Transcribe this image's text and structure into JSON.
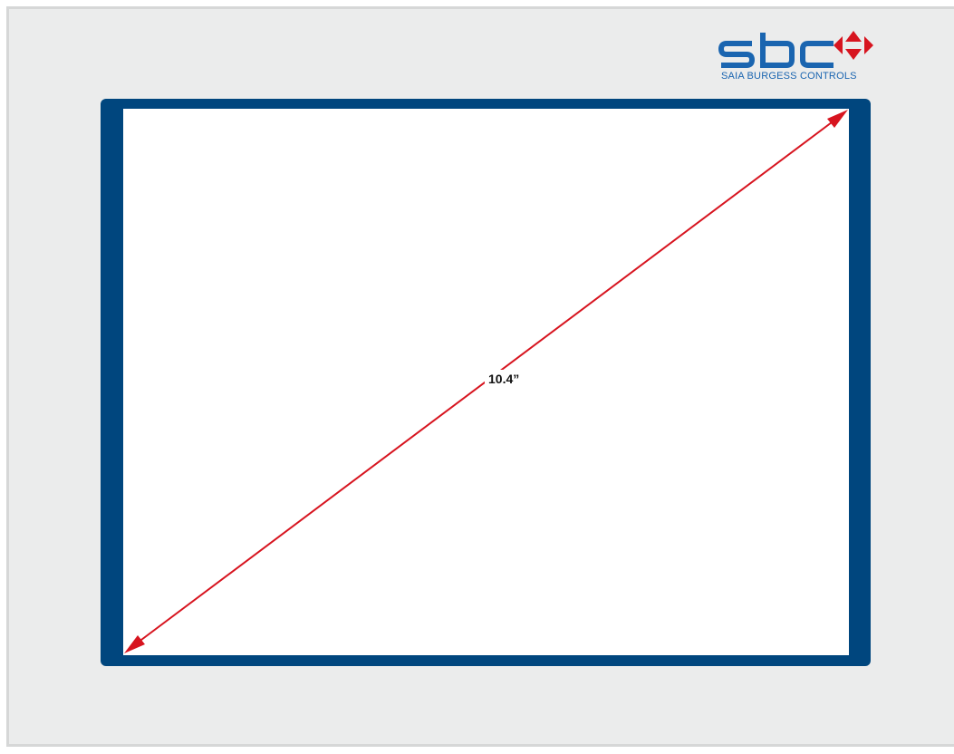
{
  "logo": {
    "wordmark": "sbc",
    "subtitle": "SAIA BURGESS CONTROLS",
    "icon": "red-cross-arrows-icon"
  },
  "display": {
    "diagonal_label": "10.4”"
  },
  "colors": {
    "background": "#ebecec",
    "border": "#d6d7d7",
    "bezel": "#00467e",
    "screen": "#ffffff",
    "brand_blue": "#1a65b0",
    "accent_red": "#d7141f"
  }
}
